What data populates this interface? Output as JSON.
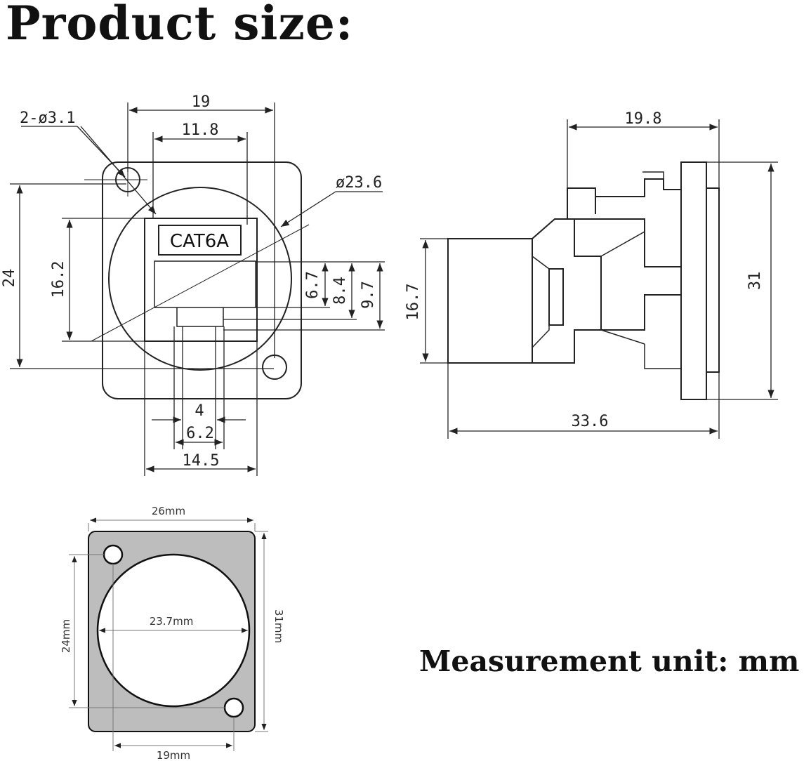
{
  "header": {
    "title": "Product size:"
  },
  "footer": {
    "unit_note": "Measurement unit: mm"
  },
  "front_view": {
    "label": "CAT6A",
    "hole_callout": "2-ø3.1",
    "dims": {
      "width_outer": "19",
      "width_inner": "11.8",
      "circle_dia": "ø23.6",
      "height_outer": "24",
      "height_inner": "16.2",
      "d1": "6.7",
      "d2": "8.4",
      "d3": "9.7",
      "w4": "4",
      "w62": "6.2",
      "w145": "14.5"
    }
  },
  "side_view": {
    "dims": {
      "top": "19.8",
      "height": "31",
      "body_height": "16.7",
      "length": "33.6"
    }
  },
  "panel_cutout": {
    "dims": {
      "width": "26mm",
      "height": "31mm",
      "hole_height": "24mm",
      "circle": "23.7mm",
      "hole_spacing": "19mm"
    }
  }
}
